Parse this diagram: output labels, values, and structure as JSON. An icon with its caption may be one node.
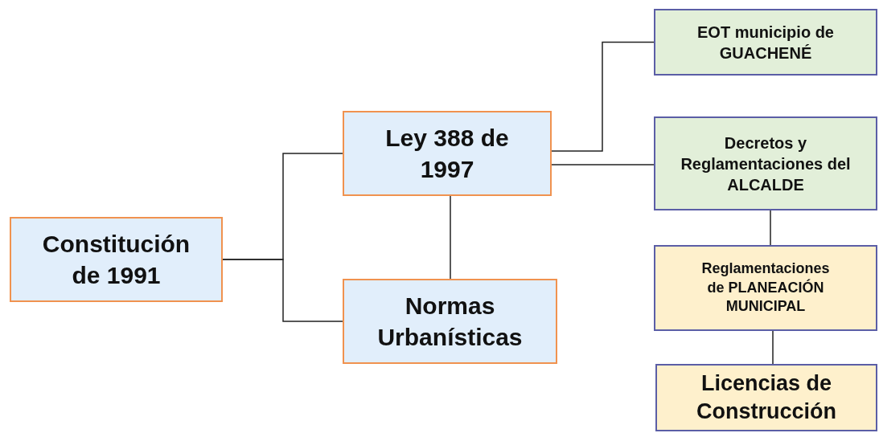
{
  "diagram": {
    "nodes": [
      {
        "text": [
          "Constitución de 1991"
        ]
      },
      {
        "text": [
          "Ley 388 de 1997"
        ]
      },
      {
        "text": [
          "Normas Urbanísticas"
        ]
      },
      {
        "text": [
          "EOT municipio de GUACHENÉ"
        ]
      },
      {
        "text": [
          "Decretos y Reglamentaciones del ALCALDE"
        ]
      },
      {
        "text": [
          "Reglamentaciones de PLANEACIÓN MUNICIPAL"
        ]
      },
      {
        "text": [
          "Licencias de Construcción"
        ]
      }
    ],
    "edges": [
      {
        "from": 0,
        "to": 1,
        "arrow": "none"
      },
      {
        "from": 0,
        "to": 2,
        "arrow": "none"
      },
      {
        "from": 1,
        "to": 3,
        "arrow": "none"
      },
      {
        "from": 1,
        "to": 4,
        "arrow": "none"
      },
      {
        "from": 1,
        "to": 2,
        "arrow": "none"
      },
      {
        "from": 4,
        "to": 5,
        "arrow": "none"
      },
      {
        "from": 5,
        "to": 6,
        "arrow": "none"
      }
    ]
  }
}
